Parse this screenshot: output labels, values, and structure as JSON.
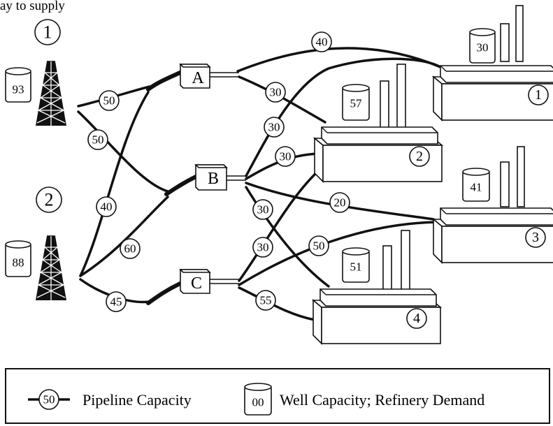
{
  "top_text": "ay to supply",
  "wells": [
    {
      "id": "1",
      "capacity": "93"
    },
    {
      "id": "2",
      "capacity": "88"
    }
  ],
  "junctions": [
    {
      "id": "A"
    },
    {
      "id": "B"
    },
    {
      "id": "C"
    }
  ],
  "refineries": [
    {
      "id": "1",
      "demand": "30"
    },
    {
      "id": "2",
      "demand": "57"
    },
    {
      "id": "3",
      "demand": "41"
    },
    {
      "id": "4",
      "demand": "51"
    }
  ],
  "pipelines": [
    {
      "from": "Well 1",
      "to": "A",
      "capacity": "50"
    },
    {
      "from": "Well 1",
      "to": "B",
      "capacity": "50"
    },
    {
      "from": "Well 2",
      "to": "A",
      "capacity": "40"
    },
    {
      "from": "Well 2",
      "to": "B",
      "capacity": "60"
    },
    {
      "from": "Well 2",
      "to": "C",
      "capacity": "45"
    },
    {
      "from": "A",
      "to": "Refinery 1",
      "capacity": "40"
    },
    {
      "from": "A",
      "to": "Refinery 2",
      "capacity": "30"
    },
    {
      "from": "B",
      "to": "Refinery 1",
      "capacity": "30"
    },
    {
      "from": "B",
      "to": "Refinery 2",
      "capacity": "30"
    },
    {
      "from": "B",
      "to": "Refinery 3",
      "capacity": "20"
    },
    {
      "from": "B",
      "to": "Refinery 4",
      "capacity": "30"
    },
    {
      "from": "C",
      "to": "Refinery 2",
      "capacity": "30"
    },
    {
      "from": "C",
      "to": "Refinery 3",
      "capacity": "50"
    },
    {
      "from": "C",
      "to": "Refinery 4",
      "capacity": "55"
    }
  ],
  "legend": {
    "pipe_sample": "50",
    "pipe_label": "Pipeline Capacity",
    "tank_sample": "00",
    "tank_label": "Well Capacity; Refinery Demand"
  }
}
